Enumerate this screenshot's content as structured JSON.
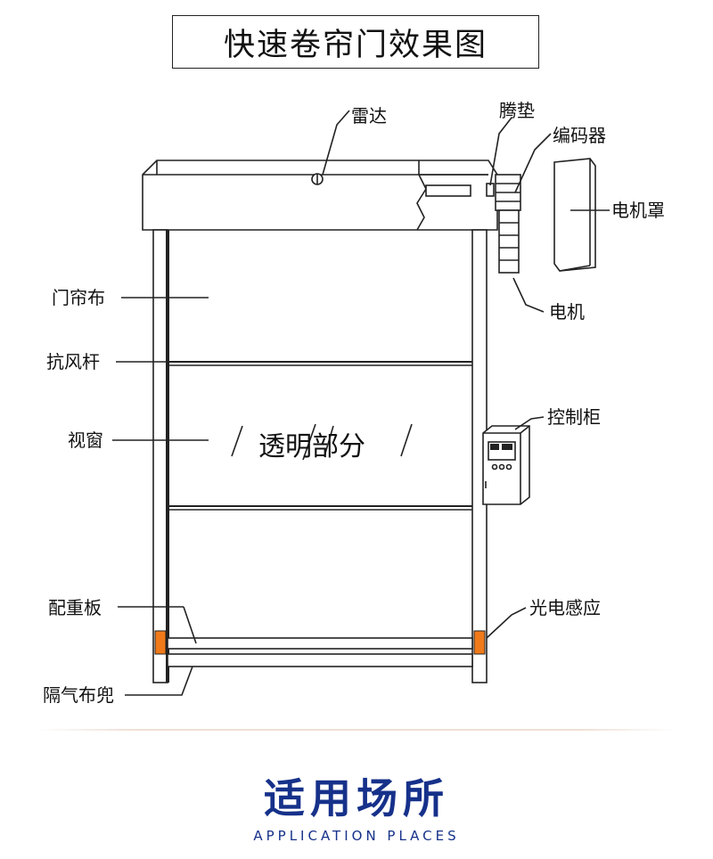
{
  "title": "快速卷帘门效果图",
  "labels": {
    "radar": "雷达",
    "gasket": "腾垫",
    "encoder": "编码器",
    "motor_cover": "电机罩",
    "motor": "电机",
    "curtain": "门帘布",
    "wind_bar": "抗风杆",
    "window": "视窗",
    "control_box": "控制柜",
    "counterweight": "配重板",
    "photo_sensor": "光电感应",
    "air_pocket": "隔气布兜"
  },
  "transparent_part": "透明部分",
  "section": {
    "title": "适用场所",
    "subtitle": "APPLICATION PLACES"
  },
  "colors": {
    "line": "#222222",
    "sensor": "#f07a1a",
    "section_blue": "#16318a"
  }
}
